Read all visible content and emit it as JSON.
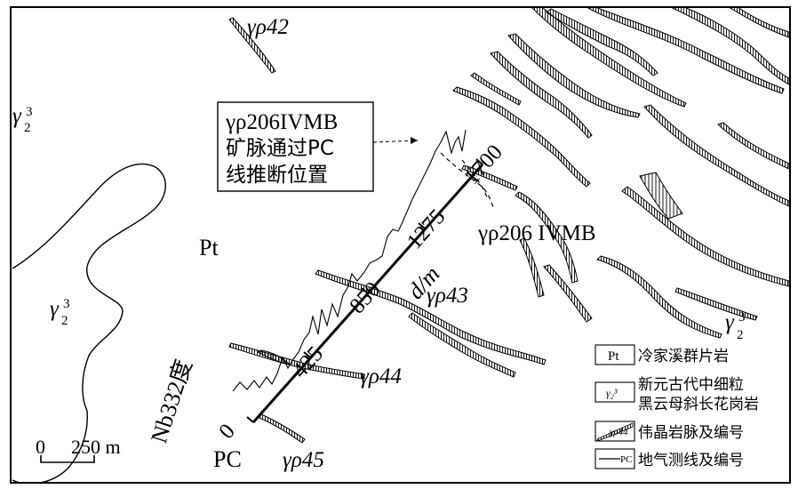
{
  "map": {
    "units": {
      "pt": "Pt",
      "granite_left": {
        "base": "γ",
        "sup": "3",
        "sub": "2"
      },
      "granite_upper_left": {
        "base": "γ",
        "sup": "3",
        "sub": "2"
      },
      "granite_right": {
        "base": "γ",
        "sup": "3",
        "sub": "2"
      }
    },
    "dike_labels": [
      "γρ42",
      "γρ43",
      "γρ44",
      "γρ45",
      "γρ206 IVMB"
    ],
    "annotation": {
      "lines": [
        "γρ206IVMB",
        "矿脉通过PC",
        "线推断位置"
      ]
    },
    "survey_line": {
      "name": "PC",
      "azimuth_label": "Nb332度",
      "distance_label": "d/m",
      "stations": [
        "0",
        "425",
        "850",
        "1275",
        "1700"
      ],
      "station_values_m": [
        0,
        425,
        850,
        1275,
        1700
      ]
    },
    "scale_bar": {
      "zero": "0",
      "label": "250 m"
    },
    "legend": {
      "items": [
        {
          "symbol_text": "Pt",
          "label": "冷家溪群片岩"
        },
        {
          "symbol_text": "γ₂³",
          "label_lines": [
            "新元古代中细粒",
            "黑云母斜长花岗岩"
          ]
        },
        {
          "symbol_text": "γρ44",
          "label": "伟晶岩脉及编号"
        },
        {
          "symbol_text": "PC",
          "label": "地气测线及编号"
        }
      ]
    }
  }
}
